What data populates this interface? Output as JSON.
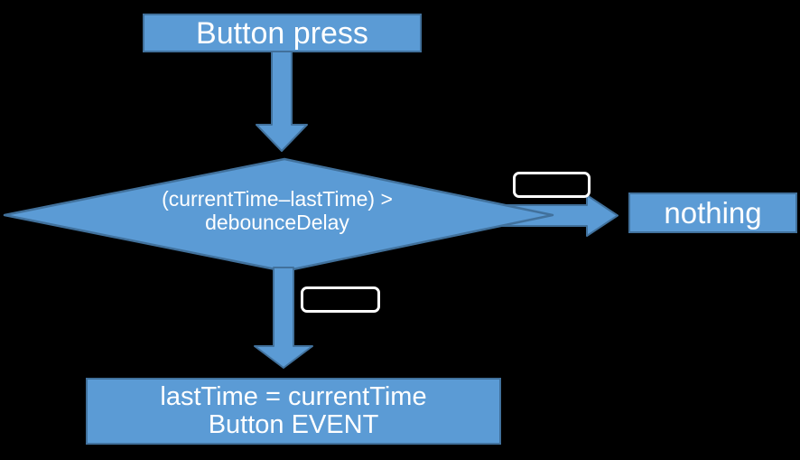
{
  "colors": {
    "background": "#000000",
    "shape_fill": "#5b9bd5",
    "shape_border": "#41719c",
    "text": "#ffffff",
    "branch_label_border": "#ffffff"
  },
  "flowchart": {
    "start_node": {
      "label": "Button press"
    },
    "decision_node": {
      "line1": "(currentTime–lastTime) >",
      "line2": "debounceDelay"
    },
    "false_branch_node": {
      "label": "nothing"
    },
    "true_branch_node": {
      "line1": "lastTime = currentTime",
      "line2": "Button EVENT"
    }
  }
}
